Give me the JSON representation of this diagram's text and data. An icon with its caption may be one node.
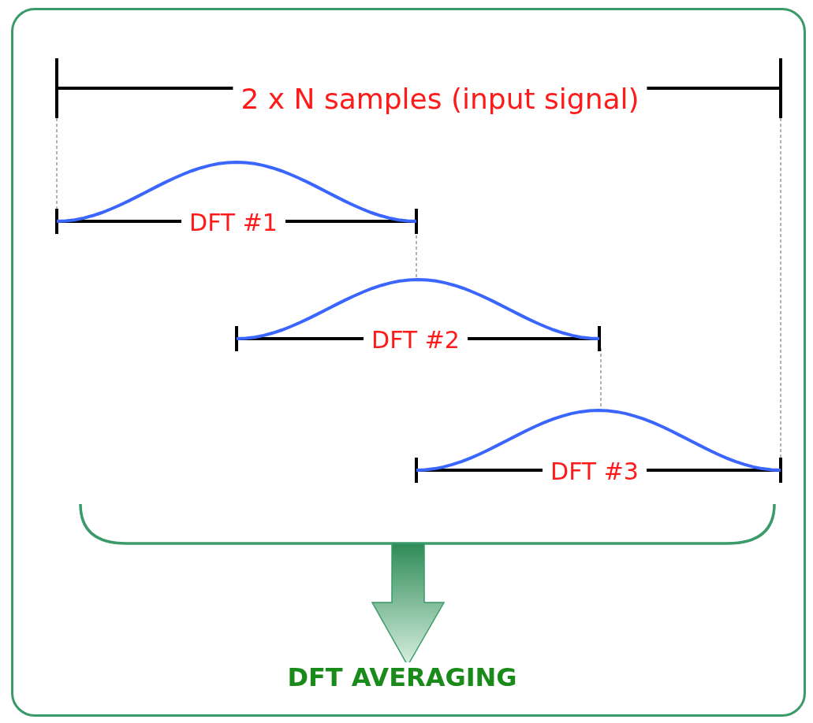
{
  "diagram": {
    "labels": [
      "2 x N samples (input signal)",
      "DFT #1",
      "DFT #2",
      "DFT #3",
      "DFT AVERAGING"
    ]
  }
}
